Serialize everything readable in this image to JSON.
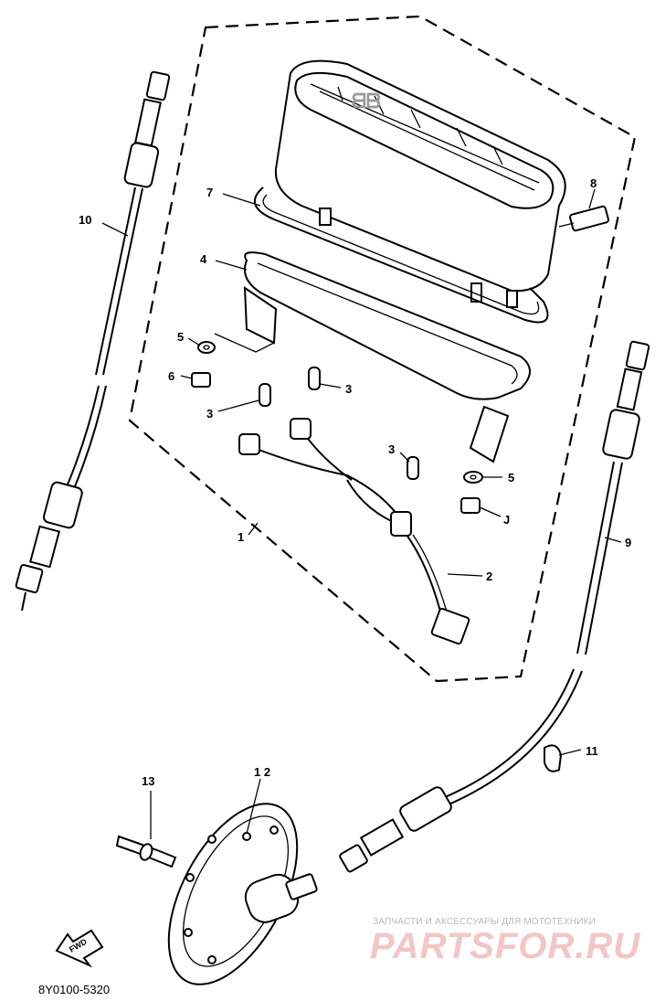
{
  "diagram": {
    "code": "8Y0100-5320",
    "fwd_label": "FWD",
    "watermark": {
      "tagline": "ЗАПЧАСТИ И АКСЕССУАРЫ ДЛЯ МОТОТЕХНИКИ",
      "brand": "PARTSFOR.RU"
    },
    "callouts": [
      {
        "id": "c10",
        "label": "10"
      },
      {
        "id": "c7",
        "label": "7"
      },
      {
        "id": "c8",
        "label": "8"
      },
      {
        "id": "c4",
        "label": "4"
      },
      {
        "id": "c5a",
        "label": "5"
      },
      {
        "id": "c6",
        "label": "6"
      },
      {
        "id": "c3a",
        "label": "3"
      },
      {
        "id": "c3b",
        "label": "3"
      },
      {
        "id": "c3c",
        "label": "3"
      },
      {
        "id": "c5b",
        "label": "5"
      },
      {
        "id": "cJ",
        "label": "J"
      },
      {
        "id": "c1",
        "label": "1"
      },
      {
        "id": "c2",
        "label": "2"
      },
      {
        "id": "c9",
        "label": "9"
      },
      {
        "id": "c11",
        "label": "11"
      },
      {
        "id": "c13",
        "label": "13"
      },
      {
        "id": "c12",
        "label": "1 2"
      }
    ]
  }
}
